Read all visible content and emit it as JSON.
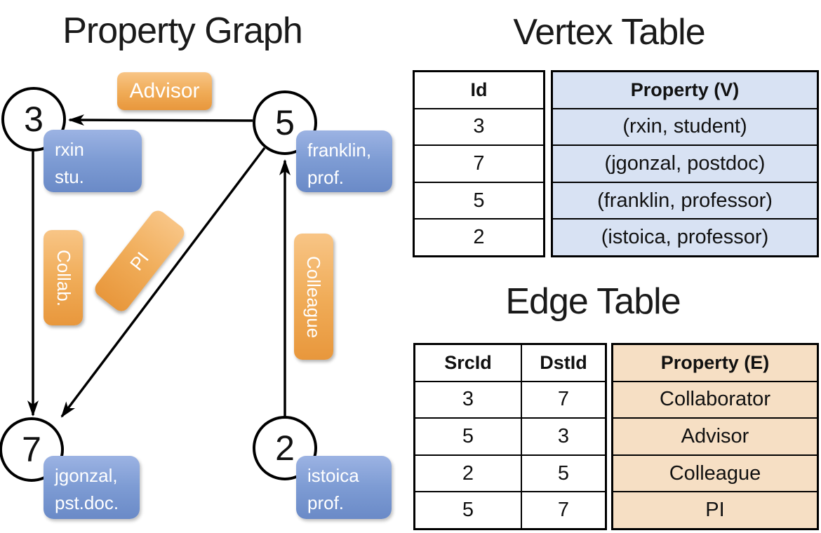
{
  "slide": {
    "graph_title": "Property Graph",
    "vertex_table_title": "Vertex Table",
    "edge_table_title": "Edge Table"
  },
  "graph": {
    "nodes": [
      {
        "id": "3",
        "property_lines": [
          "rxin",
          "stu."
        ]
      },
      {
        "id": "5",
        "property_lines": [
          "franklin,",
          "prof."
        ]
      },
      {
        "id": "7",
        "property_lines": [
          "jgonzal,",
          "pst.doc."
        ]
      },
      {
        "id": "2",
        "property_lines": [
          "istoica",
          "prof."
        ]
      }
    ],
    "edges": [
      {
        "label": "Advisor",
        "src": "5",
        "dst": "3"
      },
      {
        "label": "Collab.",
        "src": "3",
        "dst": "7"
      },
      {
        "label": "PI",
        "src": "5",
        "dst": "7"
      },
      {
        "label": "Colleague",
        "src": "2",
        "dst": "5"
      }
    ]
  },
  "vertex_table": {
    "headers": {
      "id": "Id",
      "property": "Property (V)"
    },
    "rows": [
      {
        "id": "3",
        "property": "(rxin, student)"
      },
      {
        "id": "7",
        "property": "(jgonzal, postdoc)"
      },
      {
        "id": "5",
        "property": "(franklin, professor)"
      },
      {
        "id": "2",
        "property": "(istoica, professor)"
      }
    ]
  },
  "edge_table": {
    "headers": {
      "src": "SrcId",
      "dst": "DstId",
      "property": "Property (E)"
    },
    "rows": [
      {
        "src": "3",
        "dst": "7",
        "property": "Collaborator"
      },
      {
        "src": "5",
        "dst": "3",
        "property": "Advisor"
      },
      {
        "src": "2",
        "dst": "5",
        "property": "Colleague"
      },
      {
        "src": "5",
        "dst": "7",
        "property": "PI"
      }
    ]
  },
  "colors": {
    "orange_label": "#EFA94E",
    "blue_property_box": "#7E9CD4",
    "vertex_cell_fill": "#D8E2F3",
    "edge_cell_fill": "#F6DFC4",
    "line": "#000000",
    "label_text": "#FFFFFF"
  }
}
